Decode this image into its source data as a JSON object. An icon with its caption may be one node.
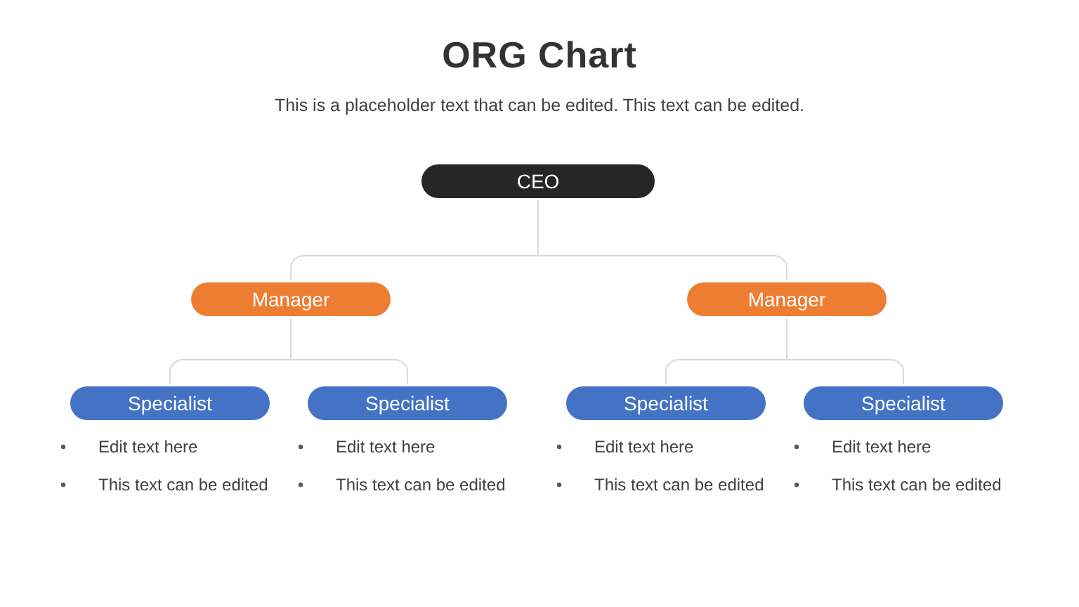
{
  "diagram": {
    "title": "ORG Chart",
    "nodes": [
      {
        "text": [
          "CEO"
        ]
      },
      {
        "text": [
          "Manager"
        ]
      },
      {
        "text": [
          "Manager"
        ]
      },
      {
        "text": [
          "Specialist"
        ],
        "beside": [
          "Edit text here",
          "This text can be edited"
        ]
      },
      {
        "text": [
          "Specialist"
        ],
        "beside": [
          "Edit text here",
          "This text can be edited"
        ]
      },
      {
        "text": [
          "Specialist"
        ],
        "beside": [
          "Edit text here",
          "This text can be edited"
        ]
      },
      {
        "text": [
          "Specialist"
        ],
        "beside": [
          "Edit text here",
          "This text can be edited"
        ]
      }
    ],
    "edges": [
      {
        "from": 0,
        "to": 1,
        "arrow": "none"
      },
      {
        "from": 0,
        "to": 2,
        "arrow": "none"
      },
      {
        "from": 1,
        "to": 3,
        "arrow": "none"
      },
      {
        "from": 1,
        "to": 4,
        "arrow": "none"
      },
      {
        "from": 2,
        "to": 5,
        "arrow": "none"
      },
      {
        "from": 2,
        "to": 6,
        "arrow": "none"
      }
    ],
    "labels": [
      "This is a placeholder text that can be edited. This text can be edited."
    ]
  }
}
